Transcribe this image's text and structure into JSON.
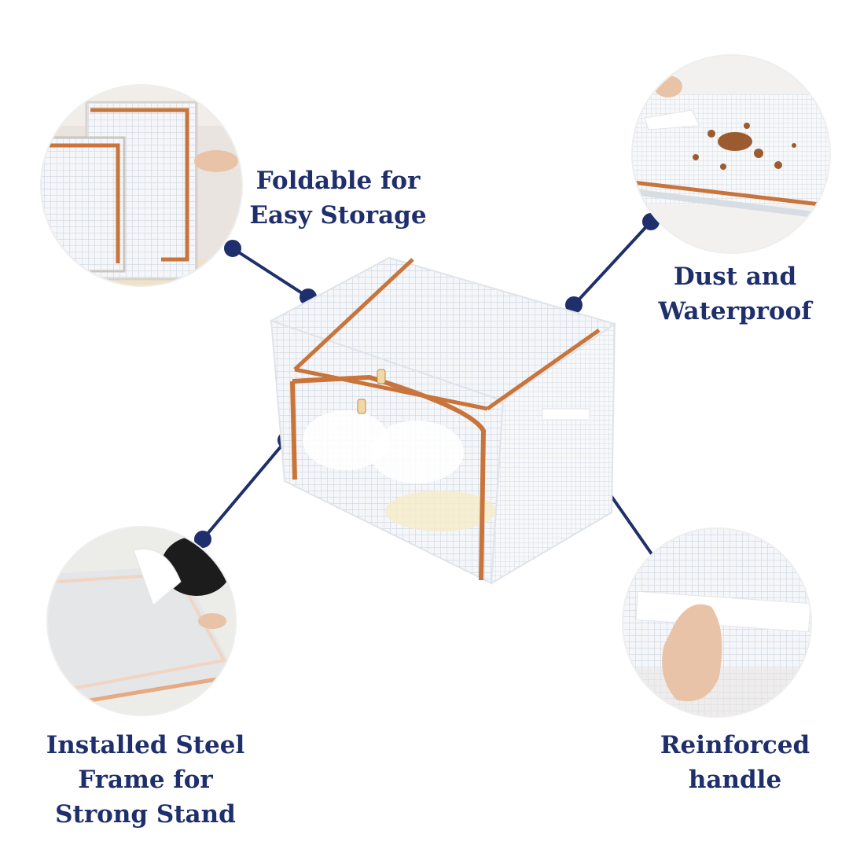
{
  "features": {
    "foldable": {
      "line1": "Foldable for",
      "line2": "Easy Storage"
    },
    "dust": {
      "line1": "Dust and",
      "line2": "Waterproof"
    },
    "steel": {
      "line1": "Installed Steel",
      "line2": "Frame for",
      "line3": "Strong Stand"
    },
    "handle": {
      "line1": "Reinforced",
      "line2": "handle"
    }
  },
  "colors": {
    "label_text": "#1f2f6b",
    "connector": "#1f2f6b",
    "zipper_trim": "#c8743a",
    "mesh_fabric": "#eef1f5"
  },
  "icons": {
    "product": "storage-box-image",
    "foldable_photo": "folded-box-photo",
    "dust_photo": "spill-on-mesh-photo",
    "steel_photo": "steel-frame-photo",
    "handle_photo": "handle-pull-photo"
  }
}
